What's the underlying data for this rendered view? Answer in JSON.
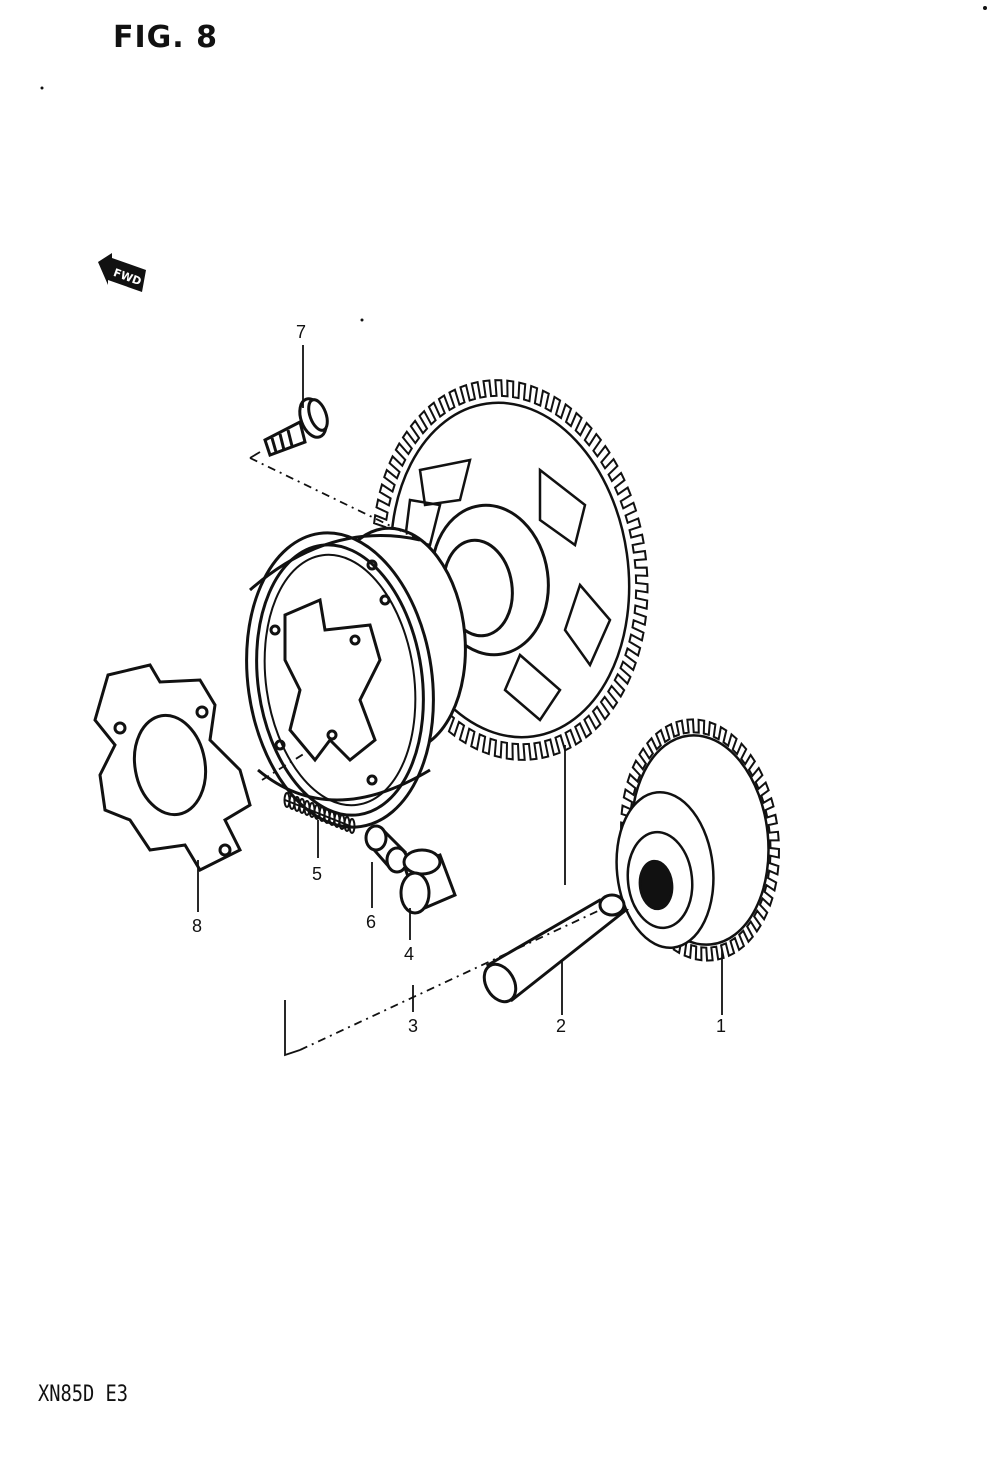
{
  "figure": {
    "title": "FIG. 8",
    "model_code": "XN85D E3",
    "fwd_label": "FWD",
    "callouts": [
      "1",
      "2",
      "3",
      "4",
      "5",
      "6",
      "7",
      "8"
    ]
  },
  "parts": [
    {
      "callout": "1",
      "icon": "idler-gear-icon"
    },
    {
      "callout": "2",
      "icon": "shaft-icon"
    },
    {
      "callout": "3",
      "icon": "starter-clutch-assembly-icon"
    },
    {
      "callout": "4",
      "icon": "roller-icon"
    },
    {
      "callout": "5",
      "icon": "spring-icon"
    },
    {
      "callout": "6",
      "icon": "pin-icon"
    },
    {
      "callout": "7",
      "icon": "bolt-icon"
    },
    {
      "callout": "8",
      "icon": "plate-icon"
    }
  ],
  "colors": {
    "ink": "#111111",
    "paper": "#ffffff"
  }
}
